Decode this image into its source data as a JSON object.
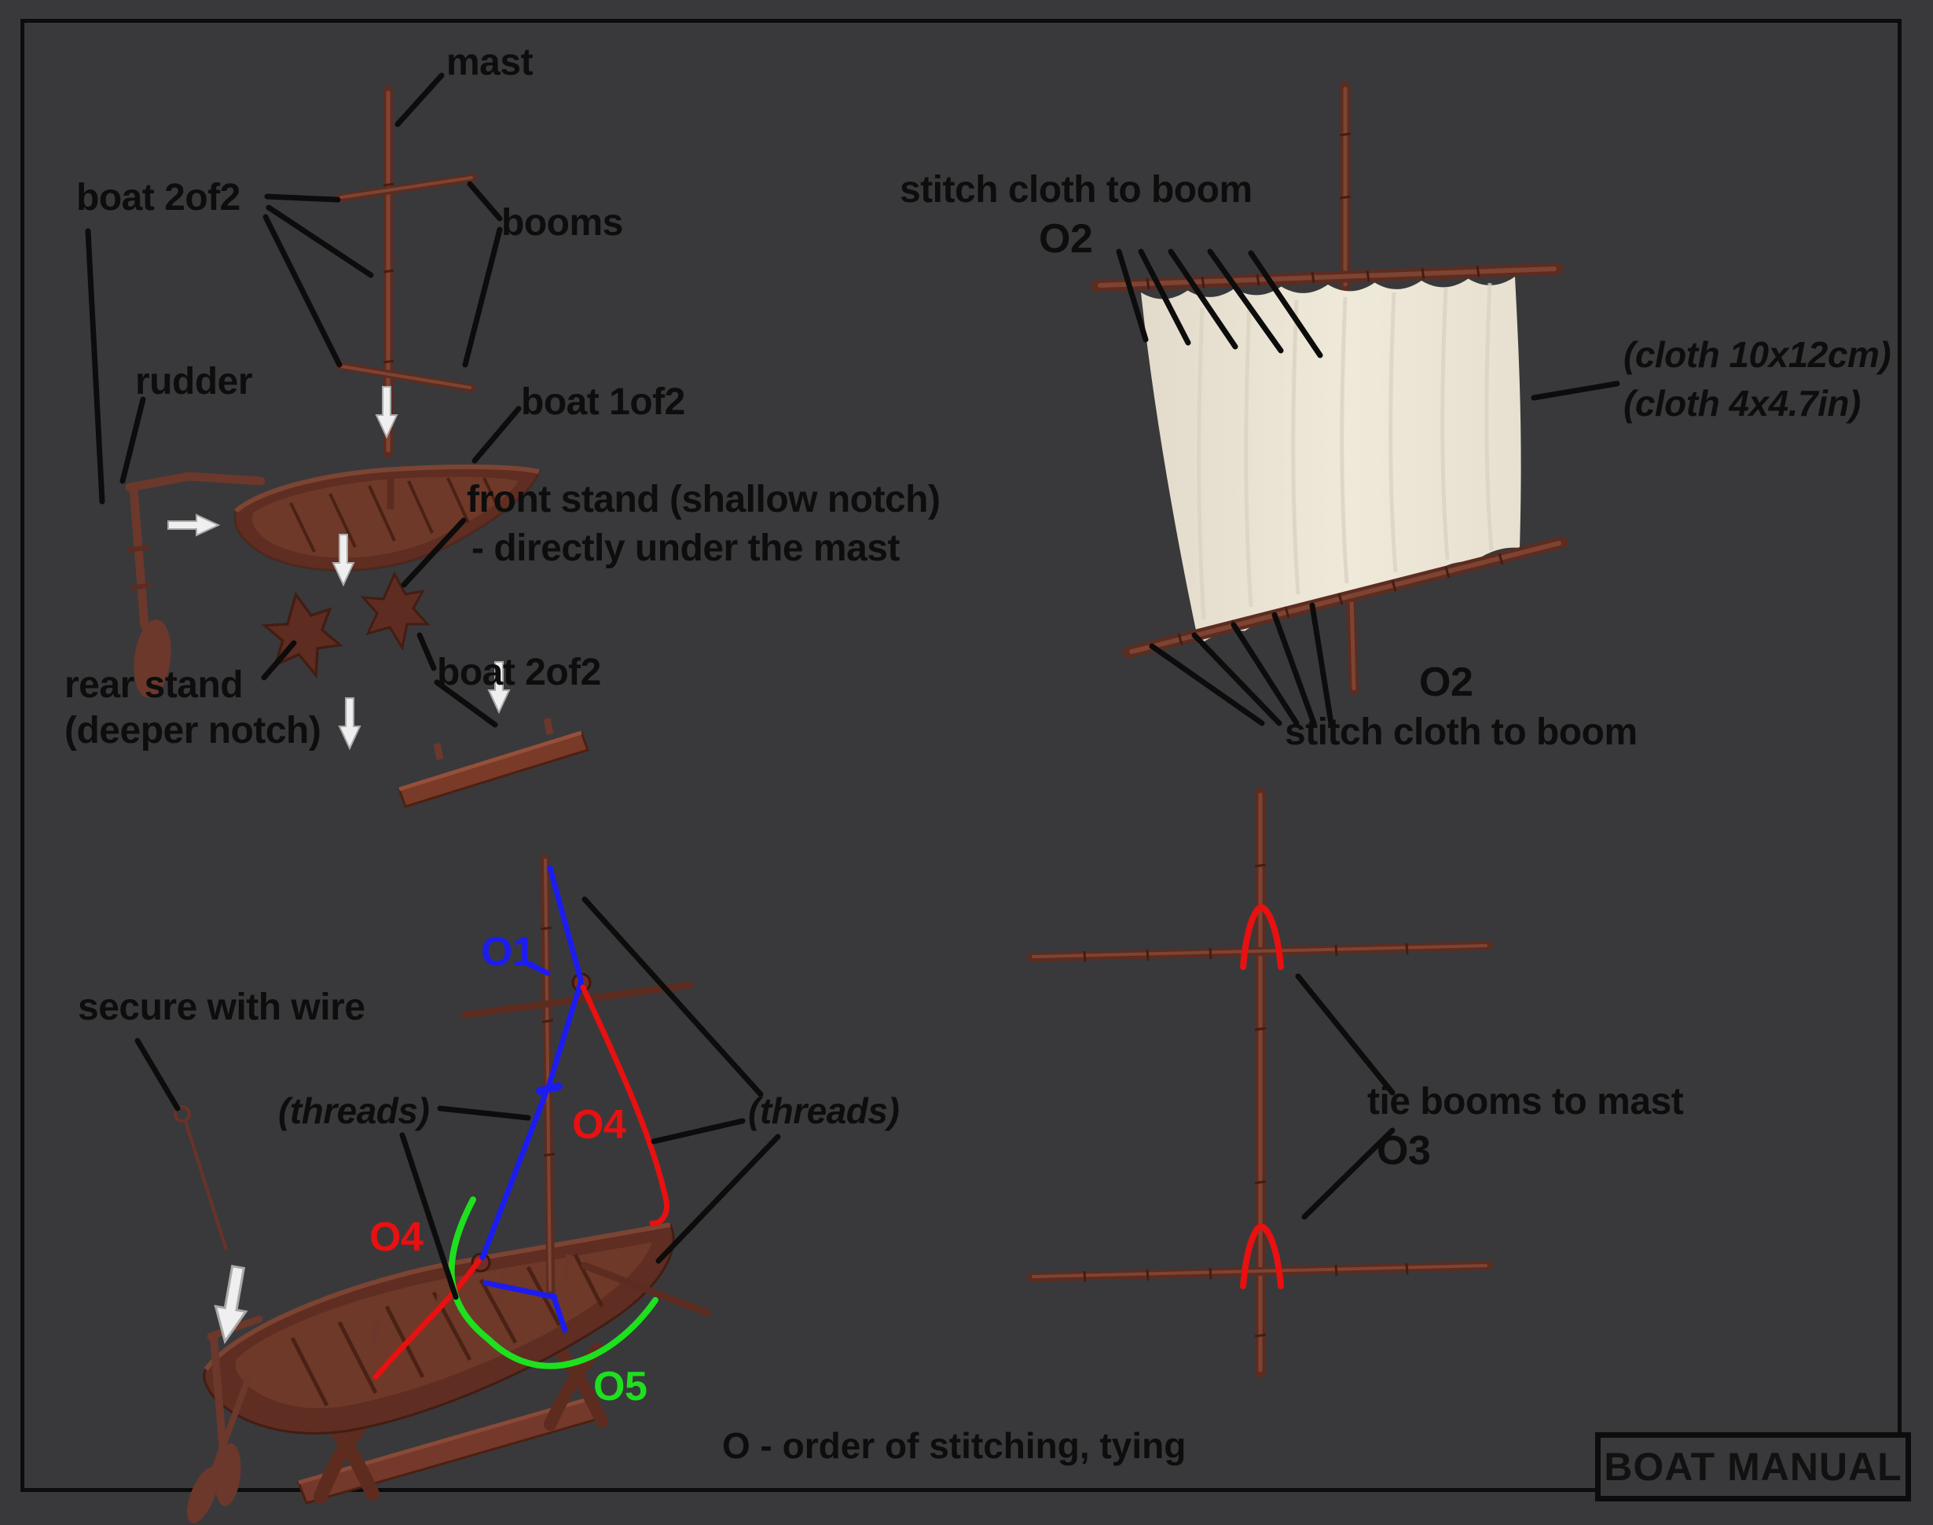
{
  "page": {
    "background": "#39393b",
    "frame_color": "#0c0c0c",
    "type": "assembly manual diagram"
  },
  "colors": {
    "wood": "#6b382b",
    "wood_dark": "#5e2c20",
    "wood_light": "#8a5340",
    "sail_cloth": "#eae3d4",
    "label_text": "#0d0d0d",
    "thread_blue": "#1c1cf0",
    "thread_red": "#e81010",
    "thread_green": "#1ee01e",
    "arrow_white": "#efefef"
  },
  "parts_diagram": {
    "mast": "mast",
    "boat2of2_top": "boat 2of2",
    "booms": "booms",
    "rudder": "rudder",
    "boat1of2": "boat 1of2",
    "front_stand_line1": "front stand (shallow notch)",
    "front_stand_line2": "- directly under the mast",
    "rear_stand_line1": "rear stand",
    "rear_stand_line2": "(deeper notch)",
    "boat2of2_bottom": "boat 2of2"
  },
  "sail_stitching": {
    "stitch_top": "stitch cloth to boom",
    "o2_top": "O2",
    "cloth_metric": "(cloth 10x12cm)",
    "cloth_imperial": "(cloth 4x4.7in)",
    "o2_bottom": "O2",
    "stitch_bottom": "stitch cloth to boom"
  },
  "rigging": {
    "secure_wire": "secure with wire",
    "threads_left": "(threads)",
    "threads_right": "(threads)",
    "o1": "O1",
    "o4_upper": "O4",
    "o4_lower": "O4",
    "o5": "O5"
  },
  "boom_tying": {
    "tie_booms": "tie booms to mast",
    "o3": "O3"
  },
  "footer": {
    "order_note": "O - order of stitching, tying",
    "manual_badge": "BOAT MANUAL"
  }
}
